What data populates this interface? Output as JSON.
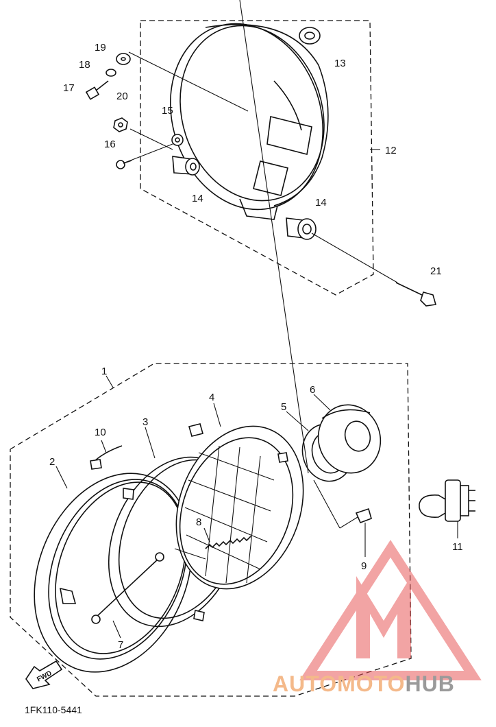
{
  "diagram": {
    "code": "1FK110-5441",
    "fwd_label": "FWD",
    "watermark": {
      "part1": "AUTO",
      "part2": "MOTO",
      "part3": "HUB",
      "color_light": "#f7c9a3",
      "color_dark": "#a3a3a3",
      "logo_color": "#e85a5a"
    },
    "parts": {
      "p1": "1",
      "p2": "2",
      "p3": "3",
      "p4": "4",
      "p5": "5",
      "p6": "6",
      "p7": "7",
      "p8": "8",
      "p9": "9",
      "p10": "10",
      "p11": "11",
      "p12": "12",
      "p13": "13",
      "p14a": "14",
      "p14b": "14",
      "p15": "15",
      "p16": "16",
      "p17": "17",
      "p18": "18",
      "p19": "19",
      "p20": "20",
      "p21": "21"
    }
  }
}
